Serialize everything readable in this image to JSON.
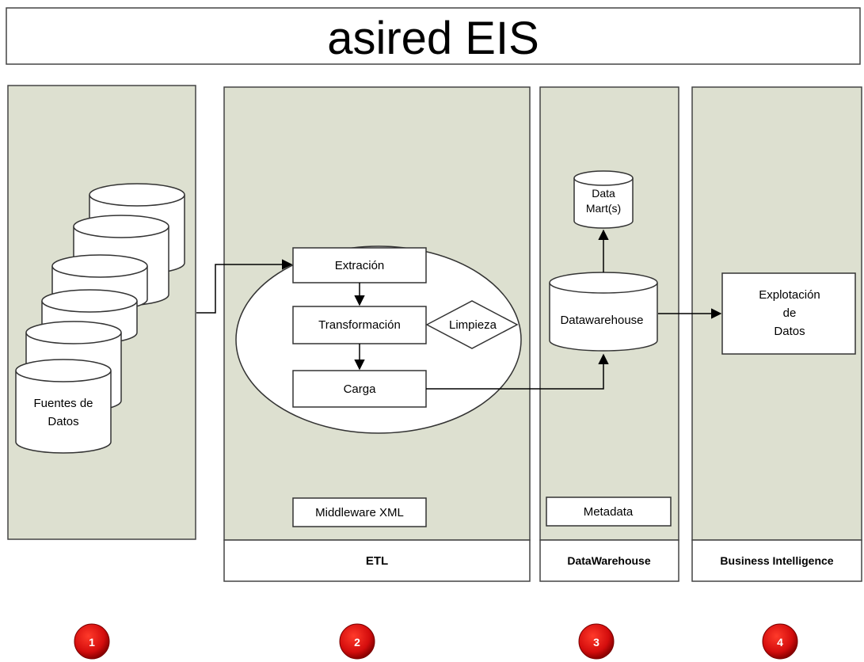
{
  "title": "asired EIS",
  "colors": {
    "panel_fill": "#dde0d0",
    "box_fill": "#ffffff",
    "stroke": "#444444",
    "badge_red": "#e01010",
    "badge_dark": "#8a0000"
  },
  "sources": {
    "label_line1": "Fuentes de",
    "label_line2": "Datos"
  },
  "etl": {
    "steps": {
      "extract": "Extración",
      "transform": "Transformación",
      "load": "Carga"
    },
    "cleaning": "Limpieza",
    "middleware": "Middleware XML",
    "footer": "ETL"
  },
  "warehouse": {
    "datamart_line1": "Data",
    "datamart_line2": "Mart(s)",
    "datawarehouse": "Datawarehouse",
    "metadata": "Metadata",
    "footer": "DataWarehouse"
  },
  "bi": {
    "exploit_line1": "Explotación",
    "exploit_line2": "de",
    "exploit_line3": "Datos",
    "footer": "Business Intelligence"
  },
  "badges": [
    "1",
    "2",
    "3",
    "4"
  ]
}
